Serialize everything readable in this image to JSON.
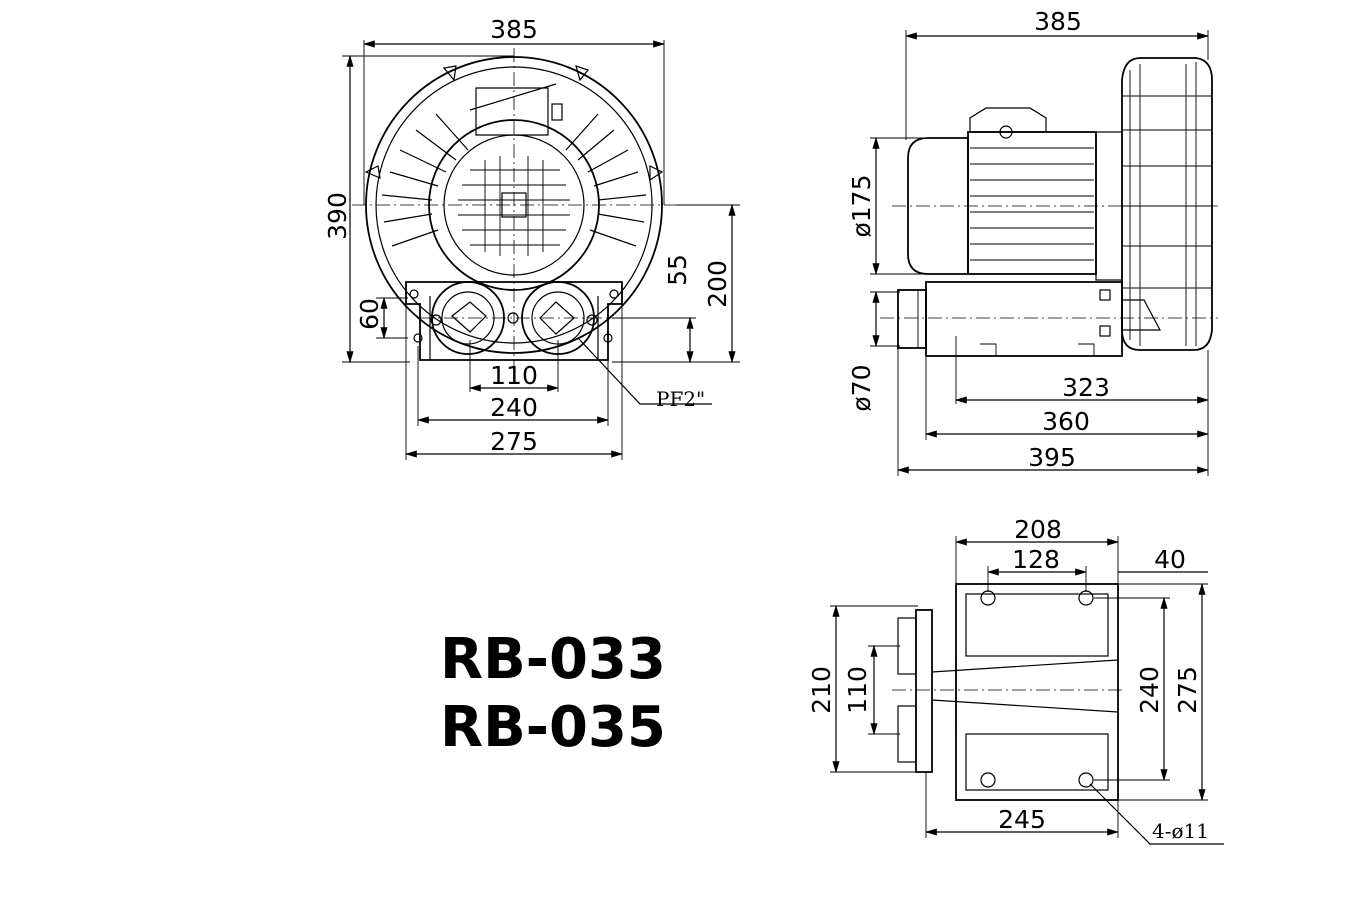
{
  "models": [
    "RB-033",
    "RB-035"
  ],
  "front_view": {
    "width": "385",
    "height": "390",
    "port_centers": "110",
    "base_bolts": "240",
    "base_width": "275",
    "port_height": "60",
    "axis_to_port": "55",
    "axis_height": "200",
    "port_thread": "PF2\""
  },
  "side_view": {
    "depth": "385",
    "motor_diameter": "ø175",
    "port_diameter": "ø70",
    "bolt_span": "323",
    "body_length": "360",
    "overall_length": "395"
  },
  "base_view": {
    "bolt_depth": "208",
    "bolt_spacing": "128",
    "offset": "40",
    "outer_width": "210",
    "port_spacing": "110",
    "bolt_width": "240",
    "base_width": "275",
    "base_length": "245",
    "holes": "4-ø11"
  }
}
